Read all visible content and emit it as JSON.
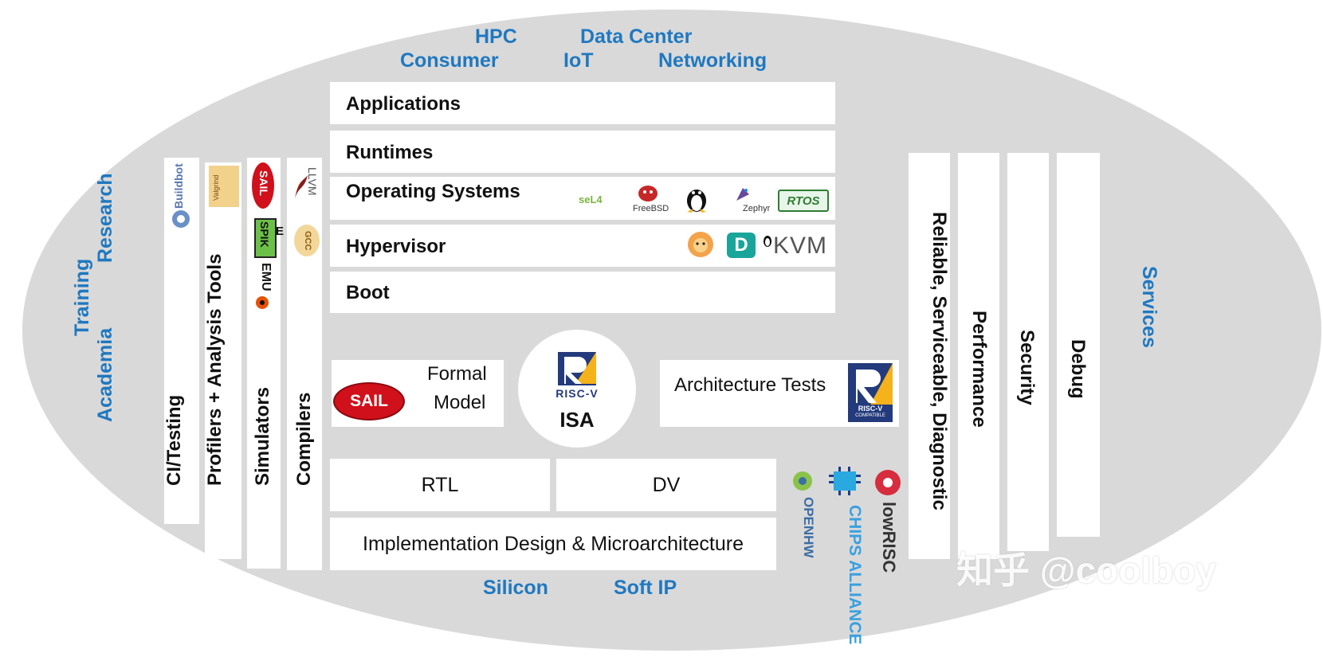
{
  "markets": {
    "hpc": "HPC",
    "data_center": "Data Center",
    "consumer": "Consumer",
    "iot": "IoT",
    "networking": "Networking"
  },
  "software_stack": [
    "Applications",
    "Runtimes",
    "Operating Systems",
    "Hypervisor",
    "Boot"
  ],
  "os_logos": [
    "seL4",
    "FreeBSD",
    "linux-penguin",
    "Zephyr",
    "RTOS"
  ],
  "hypervisor_logos": [
    "xvisor",
    "D",
    "KVM"
  ],
  "left_outer": {
    "research": "Research",
    "training": "Training",
    "academia": "Academia"
  },
  "left_columns": [
    "CI/Testing",
    "Profilers + Analysis Tools",
    "Simulators",
    "Compilers"
  ],
  "left_logos": {
    "buildbot": "Buildbot",
    "valgrind": "Valgrind",
    "sail": "SAIL",
    "spike": "SPIK",
    "qemu": "EMU",
    "llvm": "LLVM",
    "gcc": "GCC",
    "e": "E"
  },
  "isa": {
    "logo": "RISC-V",
    "label": "ISA"
  },
  "formal_model": {
    "logo": "SAIL",
    "line1": "Formal",
    "line2": "Model"
  },
  "arch_tests": {
    "label": "Architecture Tests",
    "badge_main": "RISC-V",
    "badge_sub": "COMPATIBLE"
  },
  "hardware": {
    "rtl": "RTL",
    "dv": "DV",
    "impl": "Implementation Design & Microarchitecture"
  },
  "hw_orgs": [
    "OPENHW",
    "CHIPS ALLIANCE",
    "lowRISC"
  ],
  "bottom": {
    "silicon": "Silicon",
    "soft_ip": "Soft IP"
  },
  "right_columns": [
    "Reliable, Serviceable, Diagnostic",
    "Performance",
    "Security",
    "Debug"
  ],
  "services": "Services",
  "watermark": "知乎 @coolboy",
  "colors": {
    "blue": "#1f78c0",
    "background_ellipse": "#d9d9d9",
    "sail_red": "#d0101a",
    "riscv_navy": "#233a7c",
    "riscv_gold": "#f5b21b"
  }
}
